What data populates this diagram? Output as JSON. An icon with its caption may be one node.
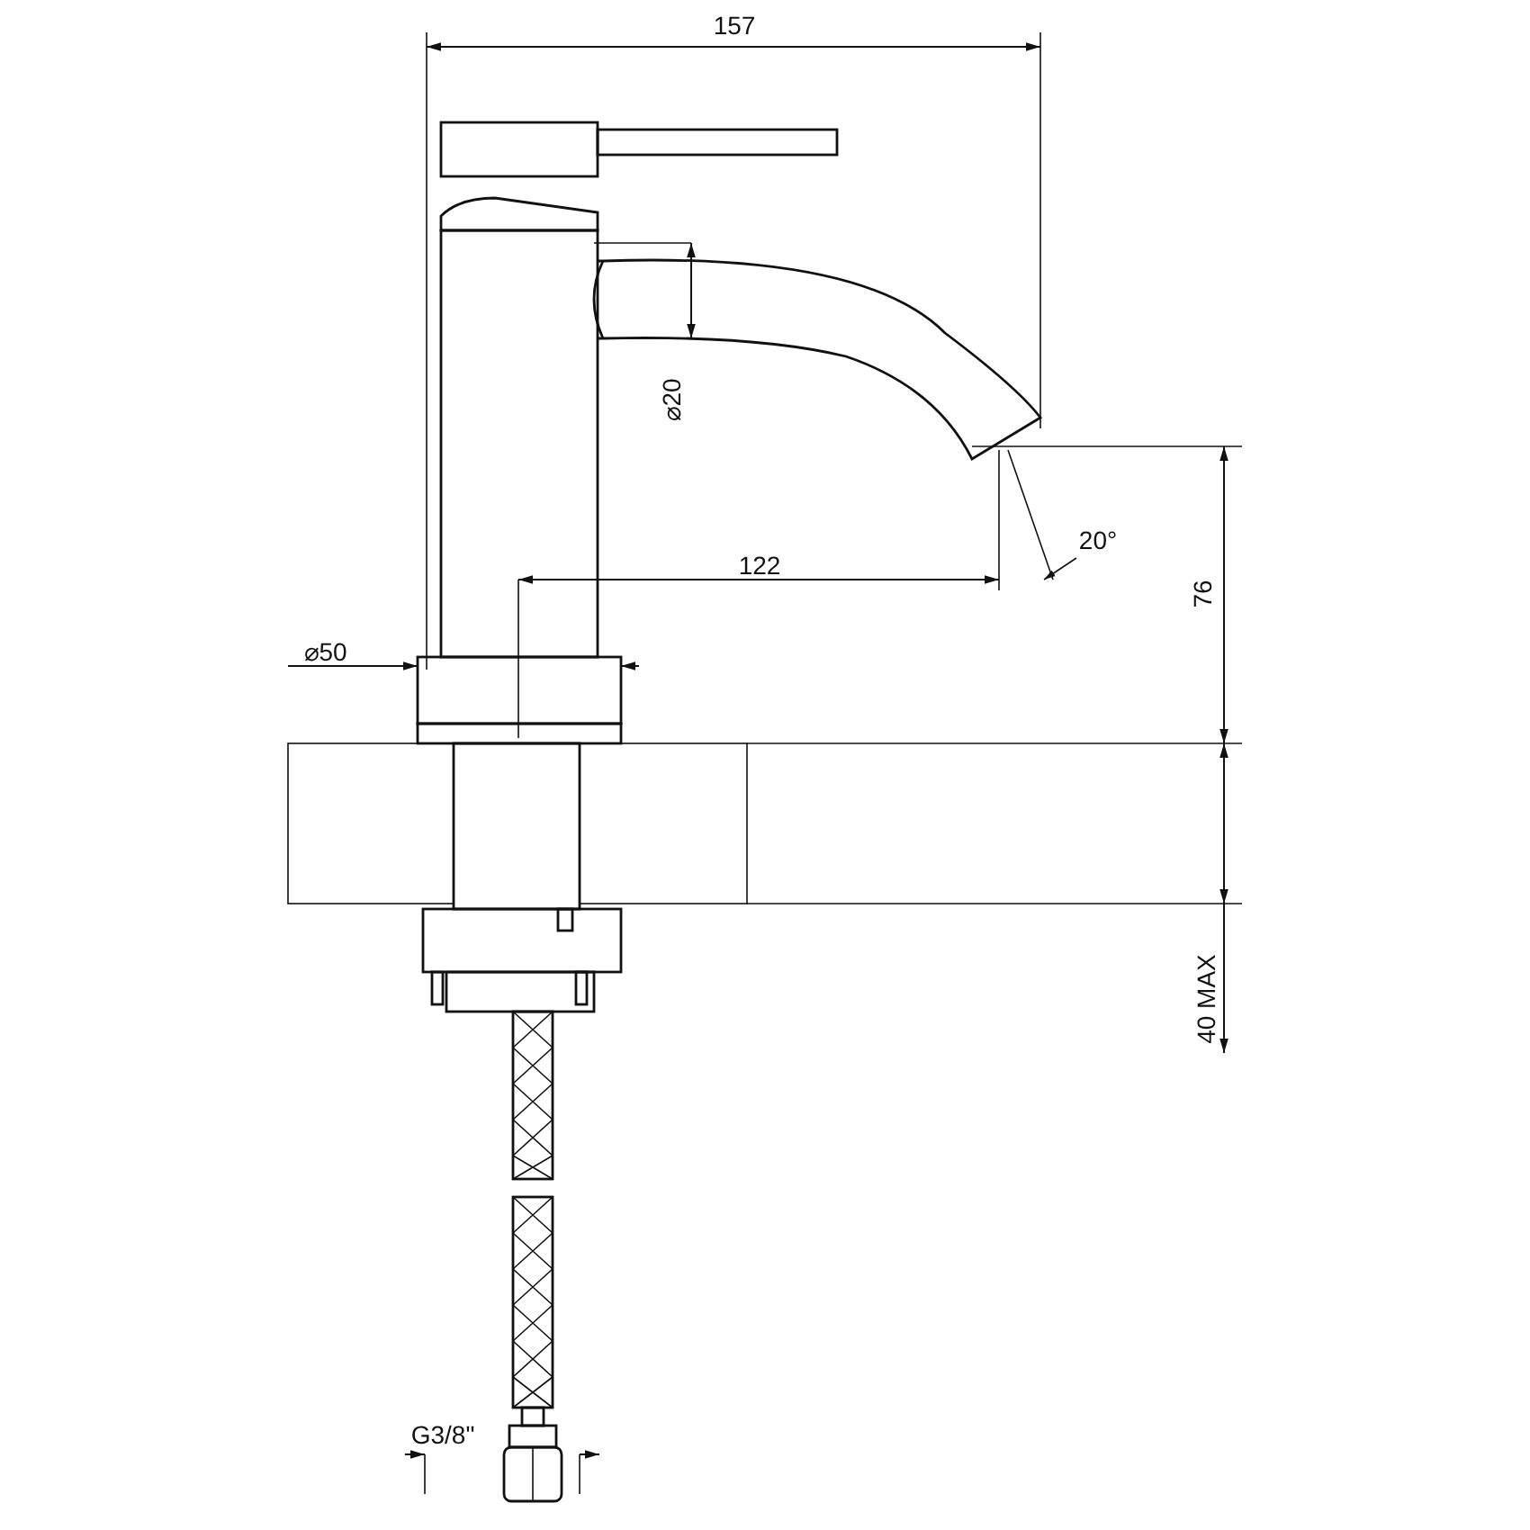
{
  "diagram": {
    "labels": [
      "157",
      "⌀20",
      "20°",
      "122",
      "⌀50",
      "76",
      "40 MAX",
      "G3/8\""
    ]
  }
}
